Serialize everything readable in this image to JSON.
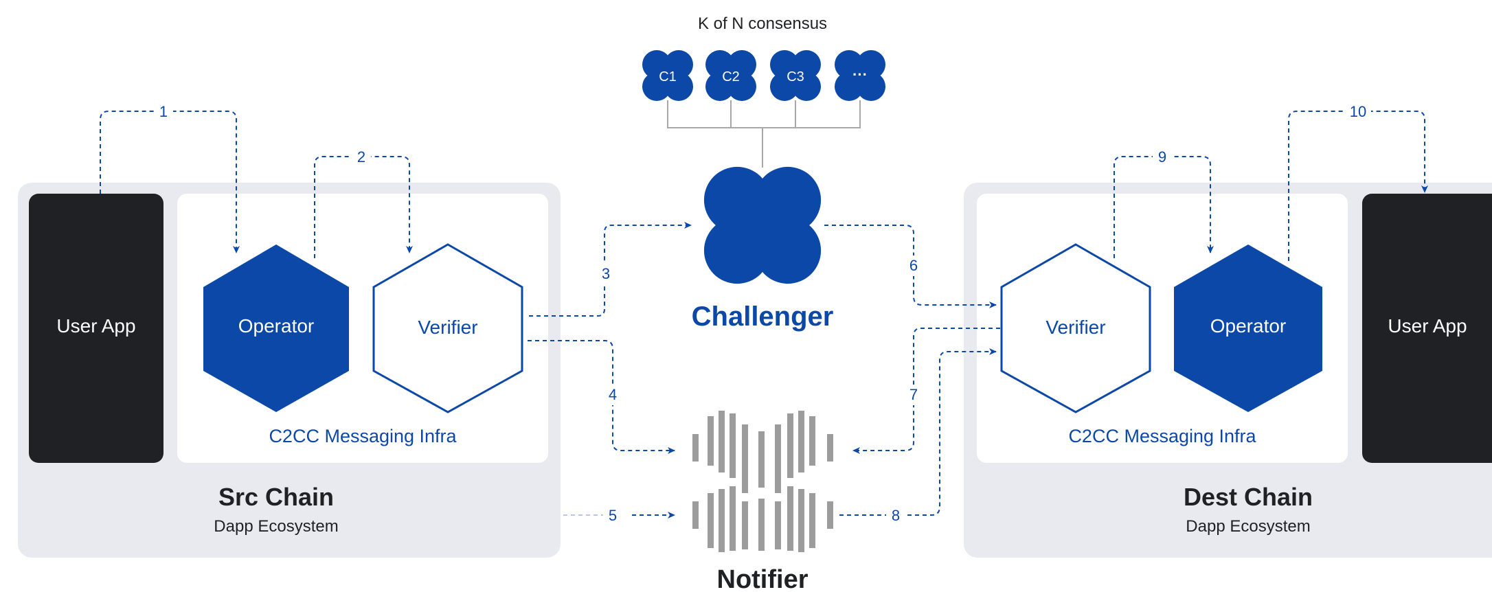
{
  "consensus": {
    "title": "K of N consensus",
    "nodes": [
      "C1",
      "C2",
      "C3",
      "···"
    ]
  },
  "challenger": {
    "label": "Challenger"
  },
  "notifier": {
    "label": "Notifier"
  },
  "src": {
    "user_app": "User App",
    "operator": "Operator",
    "verifier": "Verifier",
    "infra": "C2CC Messaging Infra",
    "chain": "Src Chain",
    "ecosystem": "Dapp Ecosystem"
  },
  "dest": {
    "user_app": "User App",
    "operator": "Operator",
    "verifier": "Verifier",
    "infra": "C2CC Messaging Infra",
    "chain": "Dest Chain",
    "ecosystem": "Dapp Ecosystem"
  },
  "steps": [
    "1",
    "2",
    "3",
    "4",
    "5",
    "6",
    "7",
    "8",
    "9",
    "10"
  ],
  "colors": {
    "brand_blue": "#0b48a8",
    "panel_gray": "#e8eaef",
    "app_black": "#1f2125",
    "bar_gray": "#9c9c9c",
    "faint_arrow": "#b9c7e0"
  }
}
